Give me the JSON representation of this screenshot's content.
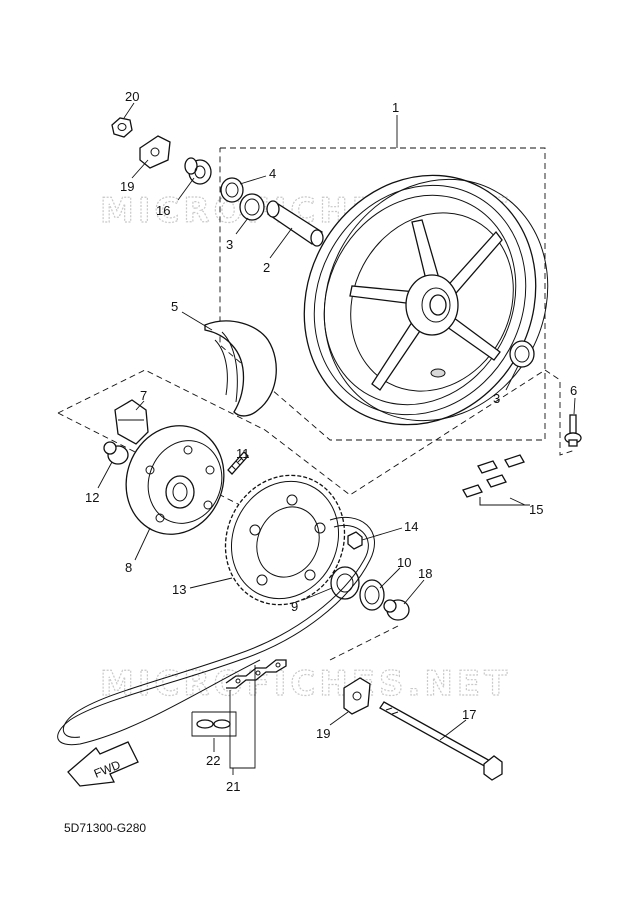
{
  "diagram_code": "5D71300-G280",
  "watermark": "MICROFICHES.NET",
  "fwd_label": "FWD",
  "callouts": [
    {
      "id": "c1",
      "text": "1"
    },
    {
      "id": "c2",
      "text": "2"
    },
    {
      "id": "c3a",
      "text": "3"
    },
    {
      "id": "c3b",
      "text": "3"
    },
    {
      "id": "c4",
      "text": "4"
    },
    {
      "id": "c5",
      "text": "5"
    },
    {
      "id": "c6",
      "text": "6"
    },
    {
      "id": "c7",
      "text": "7"
    },
    {
      "id": "c8",
      "text": "8"
    },
    {
      "id": "c9",
      "text": "9"
    },
    {
      "id": "c10",
      "text": "10"
    },
    {
      "id": "c11",
      "text": "11"
    },
    {
      "id": "c12",
      "text": "12"
    },
    {
      "id": "c13",
      "text": "13"
    },
    {
      "id": "c14",
      "text": "14"
    },
    {
      "id": "c15",
      "text": "15"
    },
    {
      "id": "c16",
      "text": "16"
    },
    {
      "id": "c17",
      "text": "17"
    },
    {
      "id": "c18",
      "text": "18"
    },
    {
      "id": "c19a",
      "text": "19"
    },
    {
      "id": "c19b",
      "text": "19"
    },
    {
      "id": "c20",
      "text": "20"
    },
    {
      "id": "c21",
      "text": "21"
    },
    {
      "id": "c22",
      "text": "22"
    }
  ]
}
